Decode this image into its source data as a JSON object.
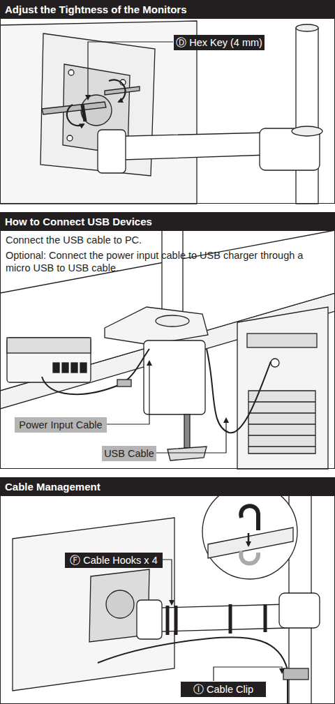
{
  "diagram": {
    "nodes": [
      {
        "text": [
          "Adjust the Tightness of the Monitors"
        ]
      },
      {
        "text": [
          "Ⓓ Hex Key (4 mm)"
        ],
        "in": 0
      },
      {
        "text": [
          "How to Connect USB Devices",
          "Connect the USB cable to PC.",
          "Optional: Connect the power input cable to USB charger through a micro USB to USB cable."
        ]
      },
      {
        "text": [
          "Power Input Cable"
        ],
        "in": 2
      },
      {
        "text": [
          "USB Cable"
        ],
        "in": 2
      },
      {
        "text": [
          "Cable Management"
        ]
      },
      {
        "text": [
          "Ⓕ Cable Hooks x 4"
        ],
        "in": 5
      },
      {
        "text": [
          "Ⓘ Cable Clip"
        ],
        "in": 5
      }
    ]
  }
}
